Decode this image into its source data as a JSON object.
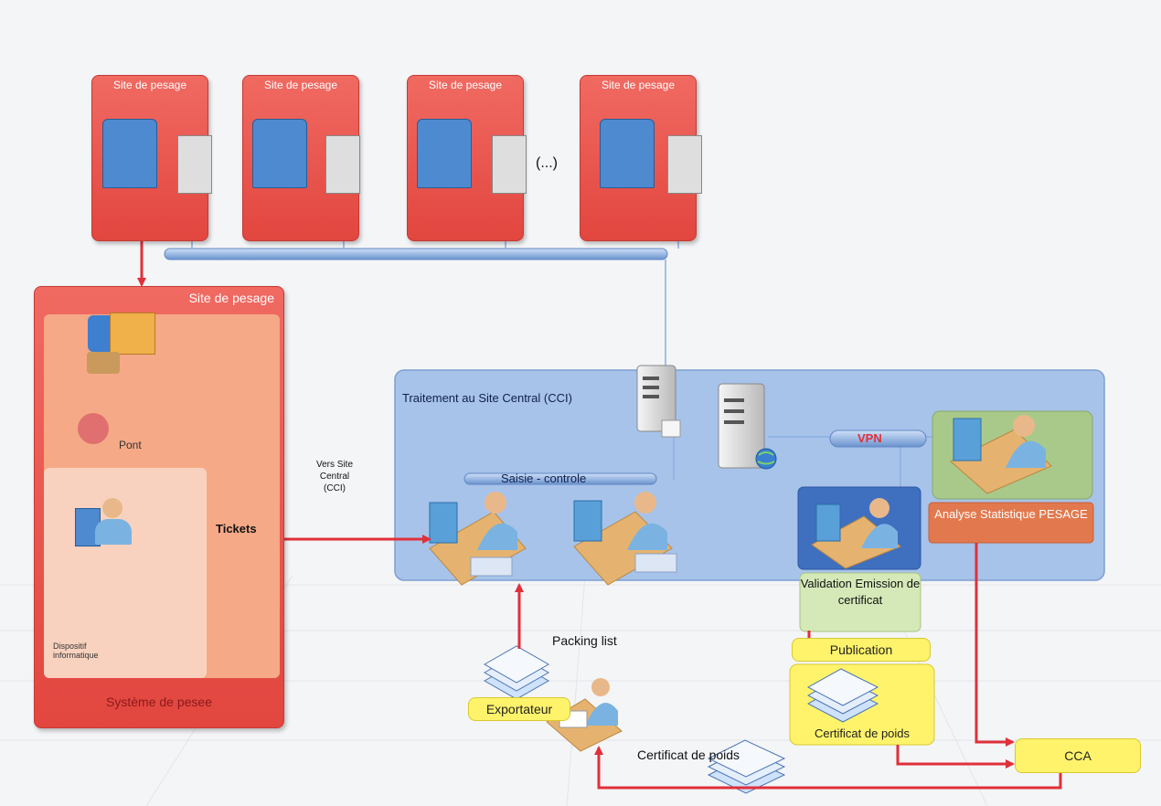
{
  "sites": [
    {
      "title": "Site de pesage"
    },
    {
      "title": "Site de pesage"
    },
    {
      "title": "Site de pesage"
    },
    {
      "title": "Site de pesage"
    }
  ],
  "ellipsis": "(...)",
  "main_site": {
    "title": "Site de pesage",
    "pont_label": "Pont",
    "dispositif_label": "Dispositif informatique",
    "footer": "Système de pesee"
  },
  "tickets_label": "Tickets",
  "vers_site_central": "Vers Site Central (CCI)",
  "central": {
    "title": "Traitement au Site Central (CCI)",
    "saisie_label": "Saisie - controle",
    "vpn_label": "VPN",
    "analyse_label": "Analyse Statistique PESAGE",
    "validation_label": "Validation Emission de certificat"
  },
  "publication_label": "Publication",
  "certificat_label": "Certificat de poids",
  "cca_label": "CCA",
  "packing_list_label": "Packing list",
  "exportateur_label": "Exportateur",
  "certificat_bottom_label": "Certificat de poids",
  "colors": {
    "site_red": "#e8504a",
    "site_orange": "#f49a7a",
    "central_blue": "#9fbde8",
    "arrow_red": "#e0303a",
    "pill_yellow": "#fff36b",
    "analyse_green": "#a9c98a",
    "analyse_orange": "#e2794e"
  }
}
